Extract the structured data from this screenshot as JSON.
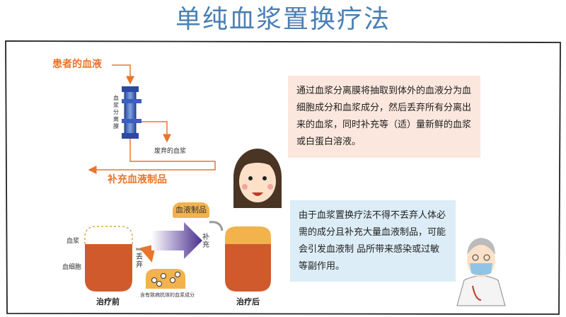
{
  "title": "单纯血浆置换疗法",
  "diagram": {
    "patient_blood": "患者的血液",
    "separator_label": "血浆分离膜",
    "waste_plasma": "废弃的血浆",
    "supplement_products": "补充血液制品"
  },
  "info_top": "通过血浆分离膜将抽取到体外的血液分为血细胞成分和血浆成分，然后丢弃所有分离出来的血浆，同时补充等（适）量新鲜的血浆或白蛋白溶液。",
  "info_bottom": "由于血浆置换疗法不得不丢弃人体必需的成分且补充大量血液制品，可能会引发血液制 品所带来感染或过敏等副作用。",
  "process": {
    "plasma_label": "血浆",
    "blood_cells_label": "血细胞",
    "discard_label": "丢弃",
    "waste_caption": "含有致病抗体的血浆成分",
    "blood_products": "血液制品",
    "supplement_label": "补充",
    "before": "治疗前",
    "after": "治疗后"
  }
}
